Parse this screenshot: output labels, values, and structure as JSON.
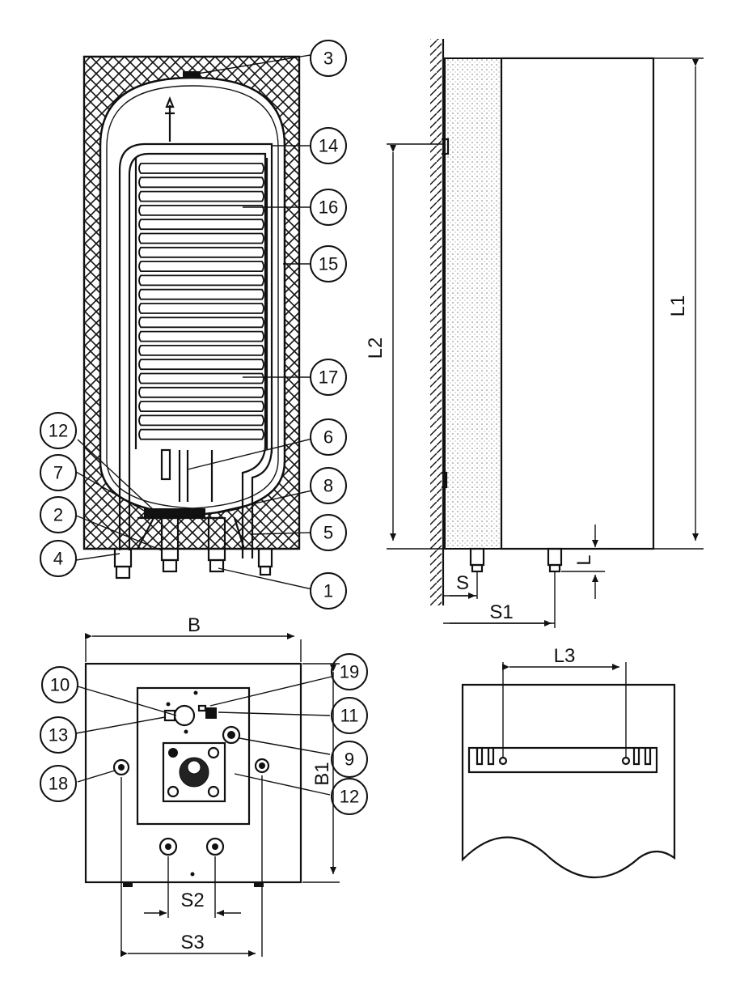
{
  "callouts": {
    "c3": "3",
    "c14": "14",
    "c16": "16",
    "c15": "15",
    "c17": "17",
    "c6": "6",
    "c12a": "12",
    "c7": "7",
    "c8": "8",
    "c2": "2",
    "c5": "5",
    "c4": "4",
    "c1": "1",
    "c10": "10",
    "c19": "19",
    "c11": "11",
    "c13": "13",
    "c9": "9",
    "c18": "18",
    "c12b": "12"
  },
  "dimensions": {
    "L1": "L1",
    "L2": "L2",
    "L": "L",
    "S": "S",
    "S1": "S1",
    "B": "B",
    "B1": "B1",
    "S2": "S2",
    "S3": "S3",
    "L3": "L3"
  }
}
